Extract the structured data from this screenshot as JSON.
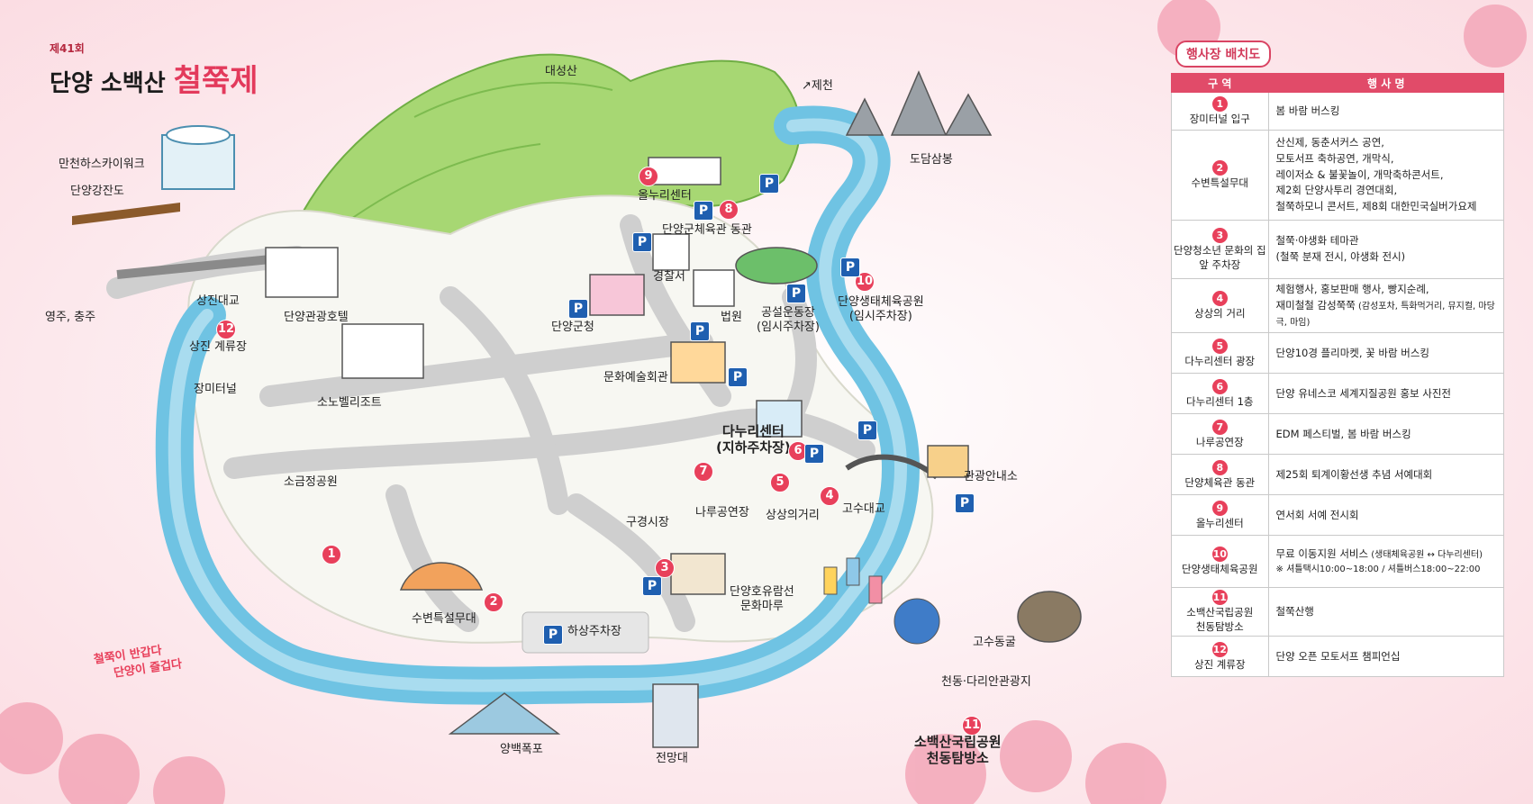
{
  "title": {
    "small": "제41회",
    "main": "단양 소백산",
    "accent": "철쭉제"
  },
  "slogan": [
    "철쭉이 반갑다",
    "단양이 즐겁다"
  ],
  "map_labels": {
    "daeseongsan": "대성산",
    "jecheon": "↗제천",
    "dodamsambong": "도담삼봉",
    "skywalk": "만천하스카이워크",
    "gangjando": "단양강잔도",
    "yeongju": "영주, 충주",
    "sangjin_bridge": "상진대교",
    "sangjin_stream": "상진 계류장",
    "tourist_hotel": "단양관광호텔",
    "sonobel": "소노벨리조트",
    "rose_tunnel": "장미터널",
    "sogeumjeong": "소금정공원",
    "olnurim": "올누리센터",
    "gym": "단양군체육관 동관",
    "police": "경찰서",
    "county": "단양군청",
    "court": "법원",
    "stadium": "공설운동장\n(임시주차장)",
    "eco_park": "단양생태체육공원\n(임시주차장)",
    "art_hall": "문화예술회관",
    "danuri": "다누리센터\n(지하주차장)",
    "naru": "나루공연장",
    "sangsang": "상상의거리",
    "gosu_bridge": "고수대교",
    "tourist_info": "관광안내소",
    "gugyeong": "구경시장",
    "subyeon": "수변특설무대",
    "river_parking": "하상주차장",
    "cruise": "단양호유람선\n문화마루",
    "gosu_cave": "고수동굴",
    "cheondong": "천동·다리안관광지",
    "sobaek_np": "소백산국립공원\n천동탐방소",
    "yangbaek": "양백폭포",
    "observatory": "전망대"
  },
  "panel": {
    "title": "행사장 배치도",
    "col_zone": "구 역",
    "col_event": "행 사 명",
    "rows": [
      {
        "no": "1",
        "zone": "장미터널 입구",
        "event": "봄 바람 버스킹"
      },
      {
        "no": "2",
        "zone": "수변특설무대",
        "event": "산신제, 동춘서커스 공연,\n모토서프 축하공연, 개막식,\n레이저쇼 & 불꽃놀이, 개막축하콘서트,\n제2회 단양사투리 경연대회,\n철쭉하모니 콘서트, 제8회 대한민국실버가요제"
      },
      {
        "no": "3",
        "zone": "단양청소년 문화의 집\n앞 주차장",
        "event": "철쭉·야생화 테마관\n(철쭉 분재 전시, 야생화 전시)"
      },
      {
        "no": "4",
        "zone": "상상의 거리",
        "event": "체험행사, 홍보판매 행사, 빵지순례,\n재미철철 감성쭉쭉",
        "note": "(감성포차, 특화먹거리, 뮤지컬, 마당극, 마임)"
      },
      {
        "no": "5",
        "zone": "다누리센터 광장",
        "event": "단양10경 플리마켓, 꽃 바람 버스킹"
      },
      {
        "no": "6",
        "zone": "다누리센터 1층",
        "event": "단양 유네스코 세계지질공원 홍보 사진전"
      },
      {
        "no": "7",
        "zone": "나루공연장",
        "event": "EDM 페스티벌, 봄 바람 버스킹"
      },
      {
        "no": "8",
        "zone": "단양체육관 동관",
        "event": "제25회 퇴계이황선생 추념 서예대회"
      },
      {
        "no": "9",
        "zone": "올누리센터",
        "event": "연서회 서예 전시회"
      },
      {
        "no": "10",
        "zone": "단양생태체육공원",
        "event": "무료 이동지원 서비스",
        "note": "(생태체육공원 ↔ 다누리센터)",
        "event2": "※ 셔틀택시10:00~18:00 / 셔틀버스18:00~22:00"
      },
      {
        "no": "11",
        "zone": "소백산국립공원\n천동탐방소",
        "event": "철쭉산행"
      },
      {
        "no": "12",
        "zone": "상진 계류장",
        "event": "단양 오픈 모토서프 챔피언십"
      }
    ]
  },
  "colors": {
    "accent": "#e8405b",
    "river": "#6fc3e3",
    "mountain": "#9ed36a",
    "parking": "#1f5fb0"
  }
}
